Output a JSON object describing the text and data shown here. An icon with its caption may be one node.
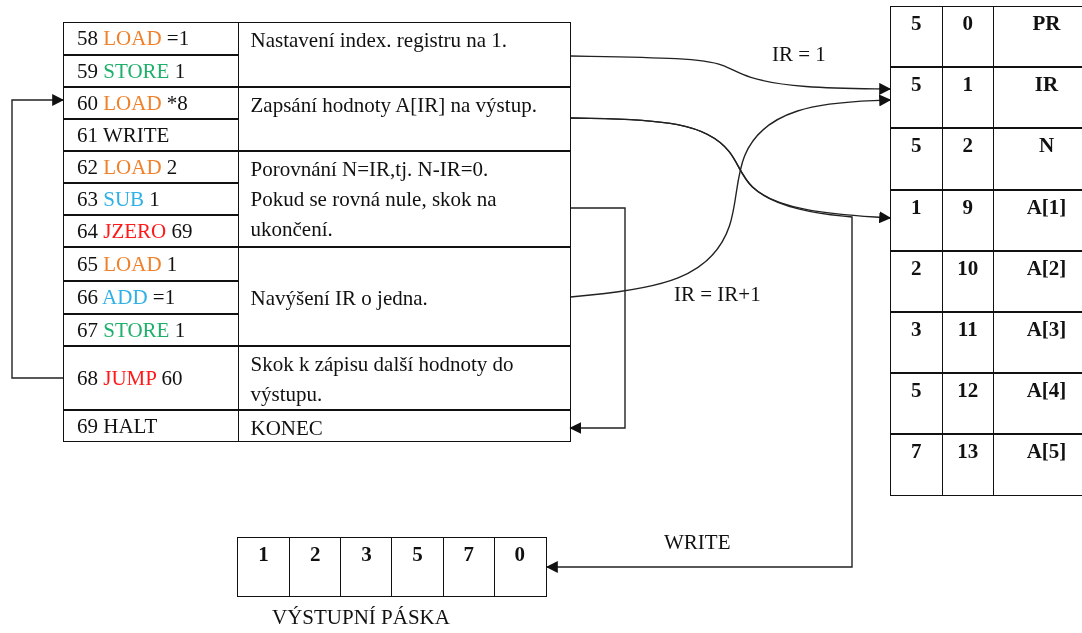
{
  "diagram": {
    "nodes": [
      {
        "text": [
          "58 LOAD =1"
        ]
      },
      {
        "text": [
          "Nastavení index. registru na 1."
        ]
      },
      {
        "text": [
          "59 STORE 1"
        ]
      },
      {
        "text": [
          "60 LOAD *8"
        ]
      },
      {
        "text": [
          "Zapsání hodnoty A[IR] na výstup."
        ]
      },
      {
        "text": [
          "61 WRITE"
        ]
      },
      {
        "text": [
          "62 LOAD 2"
        ]
      },
      {
        "text": [
          "Porovnání N=IR,tj. N-IR=0.",
          "Pokud se rovná nule, skok na ukončení."
        ]
      },
      {
        "text": [
          "63 SUB 1"
        ]
      },
      {
        "text": [
          "64 JZERO 69"
        ]
      },
      {
        "text": [
          "65 LOAD 1"
        ]
      },
      {
        "text": [
          "Navýšení IR o jedna."
        ]
      },
      {
        "text": [
          "66 ADD =1"
        ]
      },
      {
        "text": [
          "67 STORE 1"
        ]
      },
      {
        "text": [
          "68 JUMP 60"
        ]
      },
      {
        "text": [
          "Skok k zápisu další hodnoty do výstupu."
        ]
      },
      {
        "text": [
          "69 HALT"
        ]
      },
      {
        "text": [
          "KONEC"
        ]
      },
      {
        "text": [
          "5",
          "0",
          "PR"
        ]
      },
      {
        "text": [
          "5",
          "1",
          "IR"
        ]
      },
      {
        "text": [
          "5",
          "2",
          "N"
        ]
      },
      {
        "text": [
          "1",
          "9",
          "A[1]"
        ]
      },
      {
        "text": [
          "2",
          "10",
          "A[2]"
        ]
      },
      {
        "text": [
          "3",
          "11",
          "A[3]"
        ]
      },
      {
        "text": [
          "5",
          "12",
          "A[4]"
        ]
      },
      {
        "text": [
          "7",
          "13",
          "A[5]"
        ]
      },
      {
        "text": [
          "1",
          "2",
          "3",
          "5",
          "7",
          "0"
        ],
        "beside": [
          "VÝSTUPNÍ PÁSKA"
        ]
      }
    ],
    "edges": [
      {
        "from": 1,
        "to": 19,
        "arrow": "to",
        "label": "IR = 1"
      },
      {
        "from": 4,
        "to": 21,
        "arrow": "to"
      },
      {
        "from": 11,
        "to": 19,
        "arrow": "to",
        "label": "IR = IR+1"
      },
      {
        "from": 7,
        "to": 17,
        "arrow": "to"
      },
      {
        "from": 14,
        "to": 3,
        "arrow": "to"
      },
      {
        "from": 4,
        "to": 26,
        "arrow": "to",
        "label": "WRITE"
      }
    ]
  }
}
